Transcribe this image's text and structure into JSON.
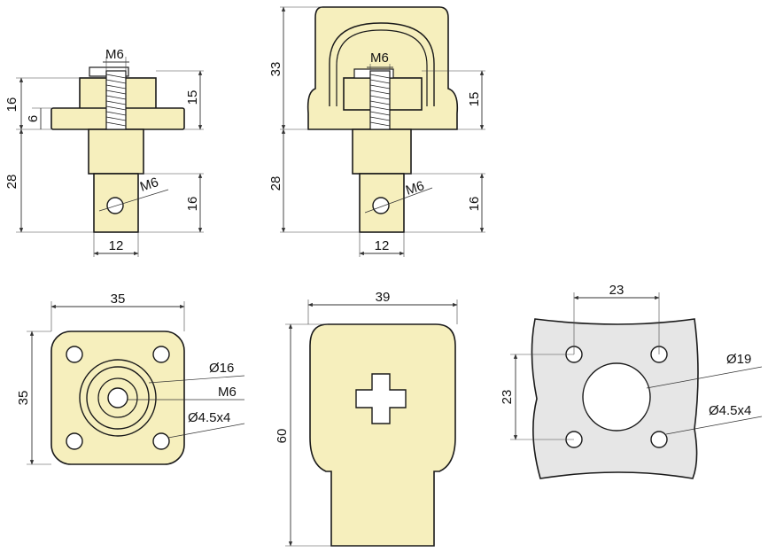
{
  "colors": {
    "part_fill": "#f6efbd",
    "plate_fill": "#e6e6e6",
    "outline": "#1a1a1a"
  },
  "views": {
    "terminal_side": {
      "thread": "M6",
      "height_total": "16",
      "flange": "6",
      "nut_height": "15",
      "stem": "28",
      "tab_hole_thread": "M6",
      "tab_height": "16",
      "tab_width": "12"
    },
    "covered_terminal_side": {
      "cover_height": "33",
      "thread": "M6",
      "nut_height": "15",
      "stem": "28",
      "tab_hole_thread": "M6",
      "tab_height": "16",
      "tab_width": "12"
    },
    "flange_top": {
      "width": "35",
      "height": "35",
      "collar_dia": "Ø16",
      "thread": "M6",
      "holes": "Ø4.5x4"
    },
    "cover_front": {
      "width": "39",
      "height": "60"
    },
    "panel_cutout": {
      "hole_spacing_x": "23",
      "hole_spacing_y": "23",
      "center_dia": "Ø19",
      "holes": "Ø4.5x4"
    }
  }
}
